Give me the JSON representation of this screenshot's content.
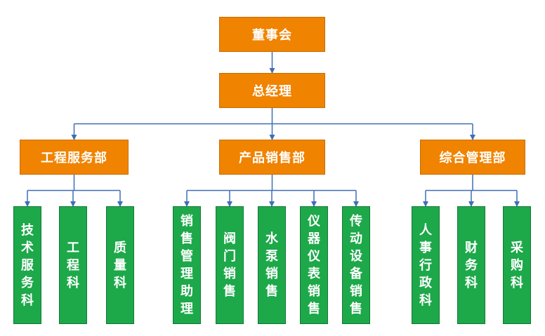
{
  "colors": {
    "manager_fill": "#F08300",
    "department_fill": "#1DA84A",
    "connector": "#3F6EB5",
    "text": "#FFFFFF"
  },
  "board": {
    "label": "董事会"
  },
  "general_manager": {
    "label": "总经理"
  },
  "departments": [
    {
      "label": "工程服务部",
      "units": [
        {
          "label": "技术服务科"
        },
        {
          "label": "工程科"
        },
        {
          "label": "质量科"
        }
      ]
    },
    {
      "label": "产品销售部",
      "units": [
        {
          "label": "销售管理助理"
        },
        {
          "label": "阀门销售"
        },
        {
          "label": "水泵销售"
        },
        {
          "label": "仪器仪表销售"
        },
        {
          "label": "传动设备销售"
        }
      ]
    },
    {
      "label": "综合管理部",
      "units": [
        {
          "label": "人事行政科"
        },
        {
          "label": "财务科"
        },
        {
          "label": "采购科"
        }
      ]
    }
  ]
}
